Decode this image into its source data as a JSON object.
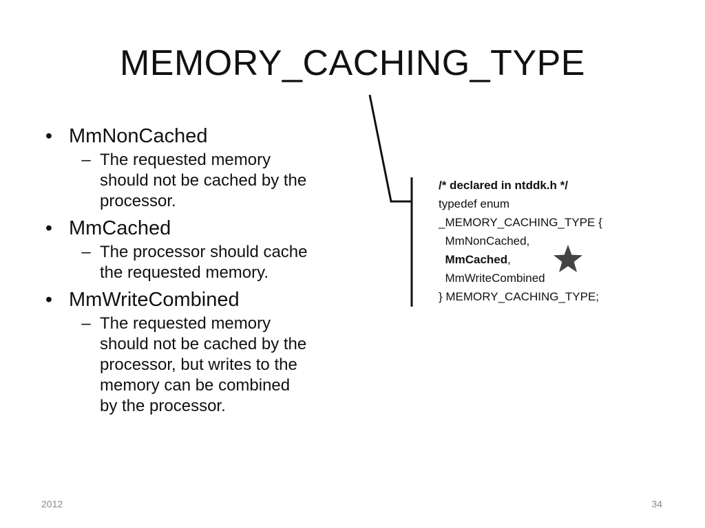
{
  "slide": {
    "title": "MEMORY_CACHING_TYPE",
    "bullets": [
      {
        "label": "MmNonCached",
        "detail": [
          "The requested memory",
          "should not be cached by the",
          "processor."
        ]
      },
      {
        "label": "MmCached",
        "detail": [
          "The processor should cache",
          "the requested memory."
        ]
      },
      {
        "label": "MmWriteCombined",
        "detail": [
          "The requested memory",
          "should not be cached by the",
          "processor, but writes to the",
          "memory can be combined",
          "by the processor."
        ]
      }
    ],
    "bullet_symbol": "•",
    "dash_symbol": "–",
    "code": {
      "comment": "/* declared in ntddk.h */",
      "line1": "typedef enum",
      "line2": "_MEMORY_CACHING_TYPE {",
      "item1": "MmNonCached,",
      "item2_bold": "MmCached",
      "item2_suffix": ",",
      "item3": "MmWriteCombined",
      "closing": "} MEMORY_CACHING_TYPE;"
    },
    "star_icon": "star-icon",
    "star_color": "#444444",
    "footer": {
      "year": "2012",
      "page_number": "34"
    }
  }
}
